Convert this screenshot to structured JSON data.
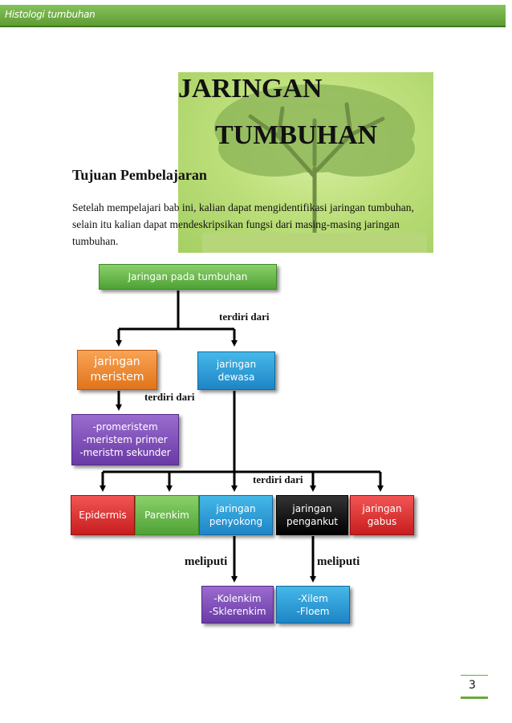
{
  "header": {
    "title": "Histologi tumbuhan"
  },
  "title": {
    "line1": "JARINGAN",
    "line2": "TUMBUHAN"
  },
  "objectives": {
    "heading": "Tujuan Pembelajaran",
    "text": "Setelah mempelajari bab ini, kalian dapat mengidentifikasi jaringan tumbuhan, selain itu kalian dapat mendeskripsikan fungsi dari masing-masing jaringan tumbuhan."
  },
  "diagram": {
    "root": "Jaringan pada tumbuhan",
    "connector_1": "terdiri dari",
    "meristem": {
      "line1": "jaringan",
      "line2": "meristem"
    },
    "dewasa": {
      "line1": "jaringan",
      "line2": "dewasa"
    },
    "connector_2": "terdiri dari",
    "meristem_types": {
      "line1": "-promeristem",
      "line2": "-meristem primer",
      "line3": "-meristm sekunder"
    },
    "connector_3": "terdiri dari",
    "epidermis": "Epidermis",
    "parenkim": "Parenkim",
    "penyokong": {
      "line1": "jaringan",
      "line2": "penyokong"
    },
    "pengangkut": {
      "line1": "jaringan",
      "line2": "pengankut"
    },
    "gabus": {
      "line1": "jaringan",
      "line2": "gabus"
    },
    "meliputi_1": "meliputi",
    "meliputi_2": "meliputi",
    "penyokong_types": {
      "line1": "-Kolenkim",
      "line2": "-Sklerenkim"
    },
    "pengangkut_types": {
      "line1": "-Xilem",
      "line2": "-Floem"
    }
  },
  "page_number": "3",
  "colors": {
    "header": "#6aab3f",
    "green_box": "#5cb23f",
    "orange_box": "#f08a2e",
    "blue_box": "#2a9bd6",
    "purple_box": "#7b4cb8",
    "red_box": "#e03434",
    "black_box": "#000000"
  }
}
